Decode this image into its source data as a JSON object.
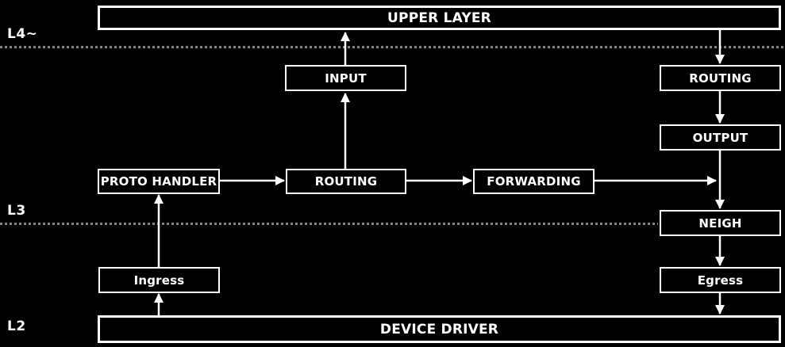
{
  "diagram": {
    "layers": [
      {
        "id": "l4",
        "label": "L4~"
      },
      {
        "id": "l3",
        "label": "L3"
      },
      {
        "id": "l2",
        "label": "L2"
      }
    ],
    "nodes": {
      "upper_layer": {
        "label": "UPPER LAYER"
      },
      "input": {
        "label": "INPUT"
      },
      "routing_outbound": {
        "label": "ROUTING"
      },
      "output": {
        "label": "OUTPUT"
      },
      "proto_handler": {
        "label": "PROTO HANDLER"
      },
      "routing_inbound": {
        "label": "ROUTING"
      },
      "forwarding": {
        "label": "FORWARDING"
      },
      "neigh": {
        "label": "NEIGH"
      },
      "ingress": {
        "label": "Ingress"
      },
      "egress": {
        "label": "Egress"
      },
      "device_driver": {
        "label": "DEVICE DRIVER"
      }
    },
    "edges": [
      {
        "from": "input",
        "to": "upper_layer"
      },
      {
        "from": "routing_inbound",
        "to": "input"
      },
      {
        "from": "proto_handler",
        "to": "routing_inbound"
      },
      {
        "from": "routing_inbound",
        "to": "forwarding"
      },
      {
        "from": "forwarding",
        "to": "neigh"
      },
      {
        "from": "upper_layer",
        "to": "routing_outbound"
      },
      {
        "from": "routing_outbound",
        "to": "output"
      },
      {
        "from": "output",
        "to": "neigh"
      },
      {
        "from": "neigh",
        "to": "egress"
      },
      {
        "from": "egress",
        "to": "device_driver"
      },
      {
        "from": "device_driver",
        "to": "ingress"
      },
      {
        "from": "ingress",
        "to": "proto_handler"
      }
    ],
    "colors": {
      "background": "#000000",
      "box_fill": "#000000",
      "box_border": "#ffffff",
      "text": "#ffffff",
      "arrow": "#ffffff",
      "layer_divider": "#848484"
    }
  }
}
